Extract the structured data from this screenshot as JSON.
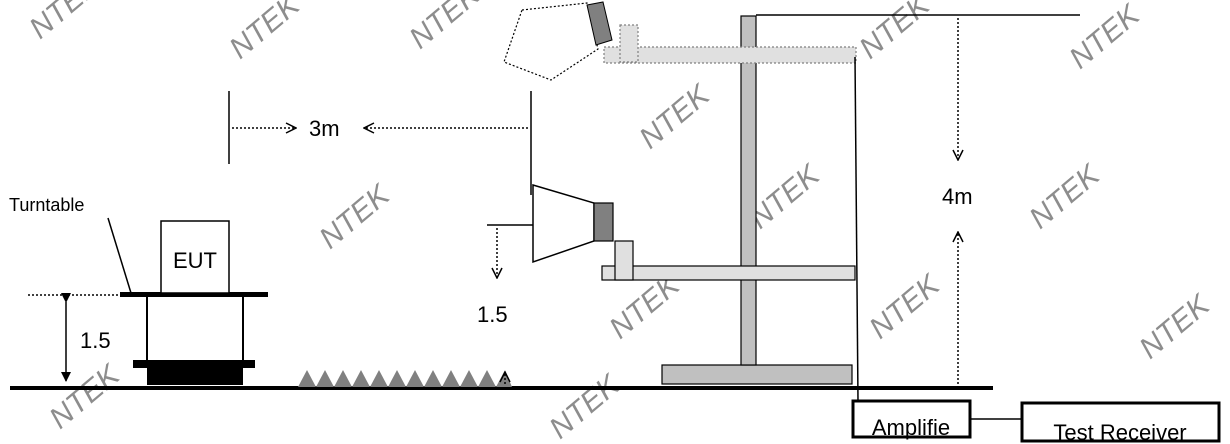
{
  "watermark": "NTEK",
  "labels": {
    "turntable": "Turntable",
    "eut": "EUT",
    "distance": "3m",
    "antenna_height_range": "4m",
    "table_height": "1.5",
    "antenna_height": "1.5",
    "amplifier": "Amplifie",
    "receiver": "Test Receiver"
  },
  "colors": {
    "line": "#000000",
    "mast": "#c0c0c0",
    "mast_light": "#e0e0e0",
    "horn_dark": "#808080",
    "absorber": "#808080",
    "watermark": "#8fd6e8"
  }
}
